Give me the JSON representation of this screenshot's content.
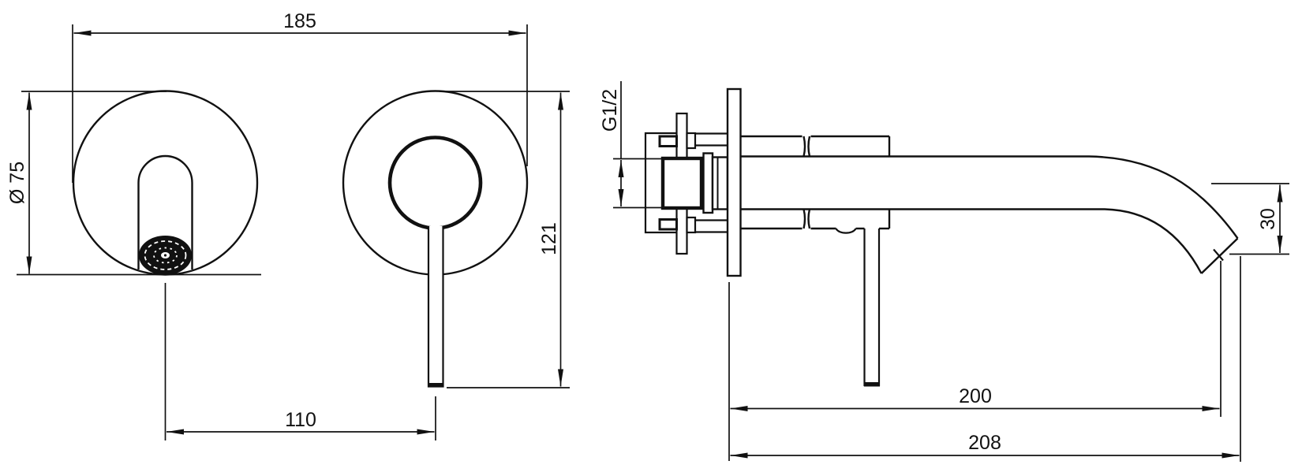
{
  "drawing": {
    "type": "technical-dimension-drawing",
    "subject": "wall-mounted-basin-mixer-tap",
    "background_color": "#ffffff",
    "line_color": "#111111",
    "front_view": {
      "dim_overall_width": "185",
      "dim_escutcheon_diameter": "Ø 75",
      "dim_spout_to_handle_centers": "110",
      "dim_handle_drop_height": "121"
    },
    "side_view": {
      "dim_inlet_thread": "G1/2",
      "dim_spout_outlet_height": "30",
      "dim_spout_reach": "200",
      "dim_overall_projection": "208"
    }
  }
}
